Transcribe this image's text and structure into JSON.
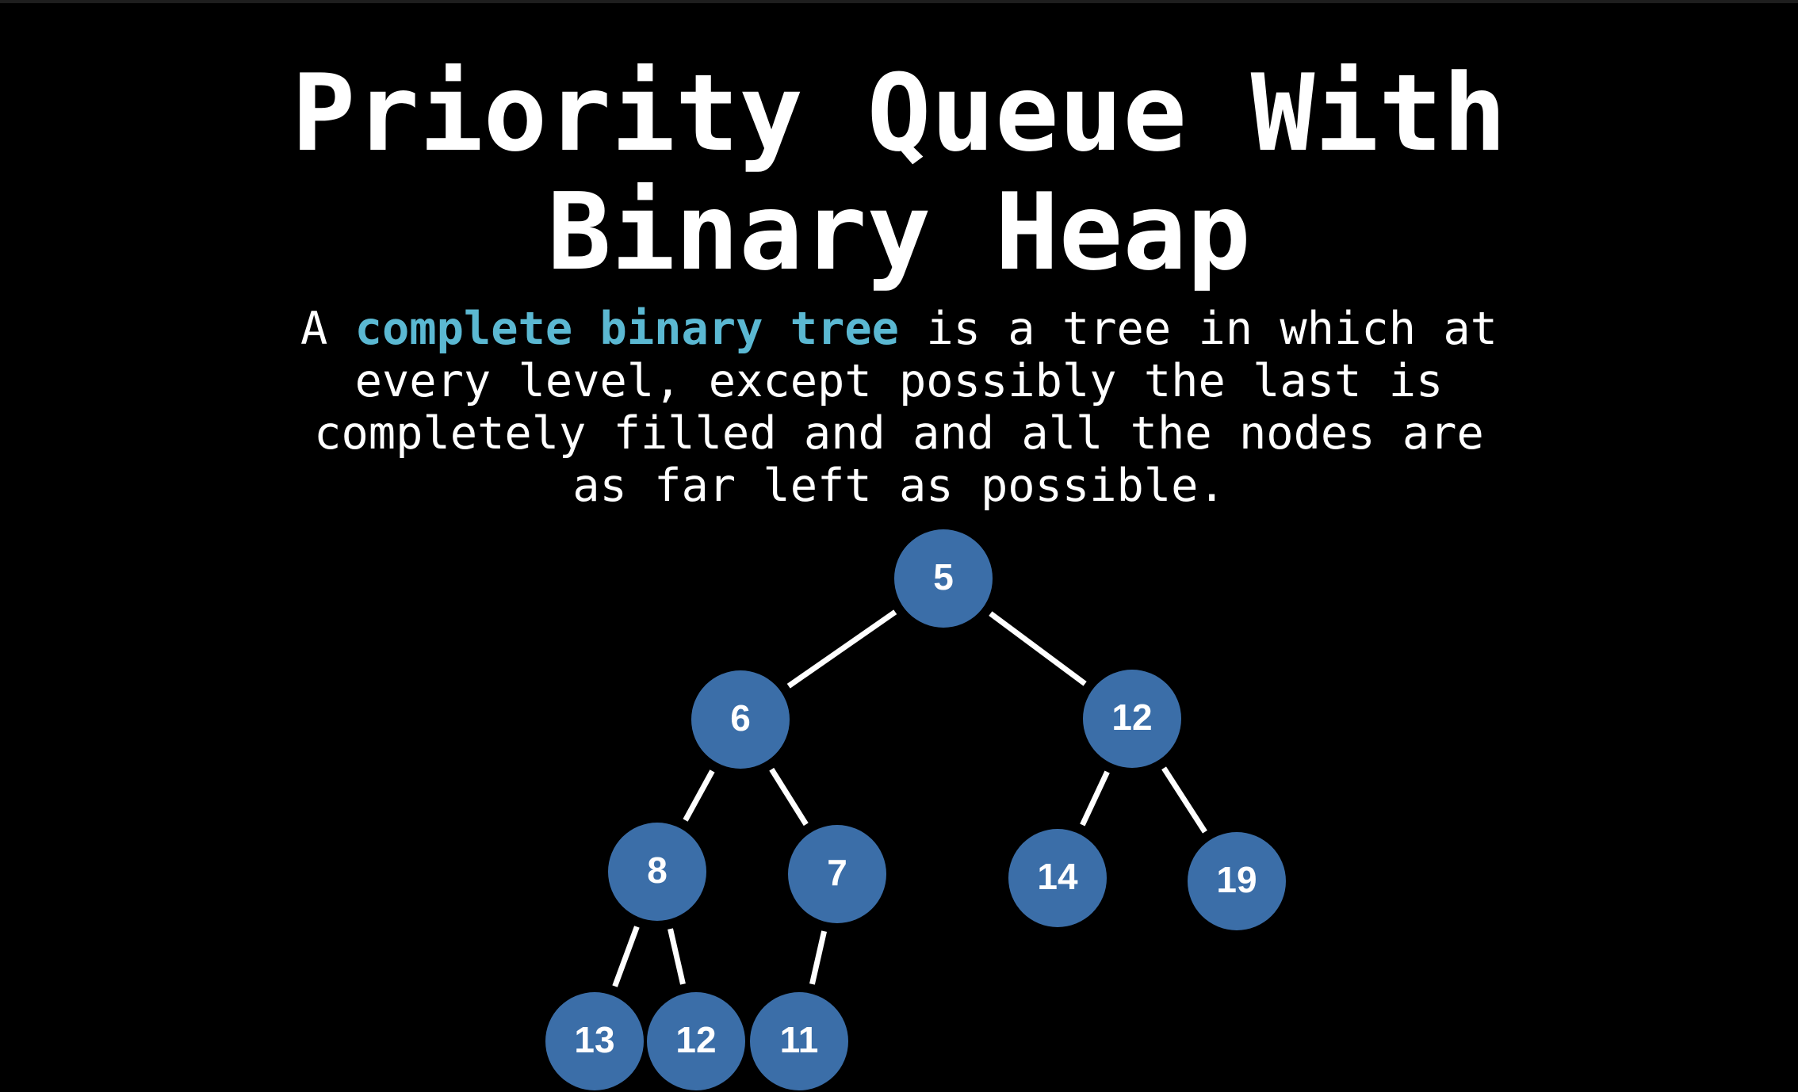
{
  "title": {
    "line1": "Priority Queue With",
    "line2": "Binary Heap"
  },
  "definition": {
    "prefix": "A ",
    "highlight": "complete binary tree",
    "line1_rest": " is a tree in which at",
    "line2": "every level, except possibly the last is",
    "line3": "completely filled and and all the nodes are",
    "line4": "as far left as possible."
  },
  "colors": {
    "background": "#000000",
    "highlight": "#5bb8d2",
    "node_fill": "#3b6ea8",
    "edge": "#ffffff",
    "text": "#ffffff"
  },
  "tree": {
    "nodes": [
      {
        "id": "n0",
        "value": "5"
      },
      {
        "id": "n1",
        "value": "6"
      },
      {
        "id": "n2",
        "value": "12"
      },
      {
        "id": "n3",
        "value": "8"
      },
      {
        "id": "n4",
        "value": "7"
      },
      {
        "id": "n5",
        "value": "14"
      },
      {
        "id": "n6",
        "value": "19"
      },
      {
        "id": "n7",
        "value": "13"
      },
      {
        "id": "n8",
        "value": "12"
      },
      {
        "id": "n9",
        "value": "11"
      }
    ],
    "edges": [
      [
        "n0",
        "n1"
      ],
      [
        "n0",
        "n2"
      ],
      [
        "n1",
        "n3"
      ],
      [
        "n1",
        "n4"
      ],
      [
        "n2",
        "n5"
      ],
      [
        "n2",
        "n6"
      ],
      [
        "n3",
        "n7"
      ],
      [
        "n3",
        "n8"
      ],
      [
        "n4",
        "n9"
      ]
    ]
  }
}
